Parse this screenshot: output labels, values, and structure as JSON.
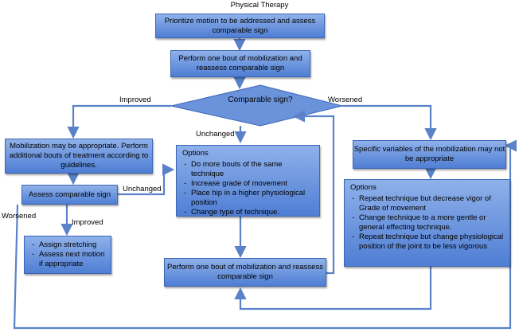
{
  "title": "Physical Therapy",
  "nodes": {
    "prioritize": "Prioritize motion to be addressed and assess comparable sign",
    "perform_top": "Perform one bout of mobilization and reassess comparable sign",
    "decision": "Comparable sign?",
    "mobilization_appropriate": "Mobilization may be appropriate. Perform additional bouts of treatment according to guidelines.",
    "assess": "Assess comparable sign",
    "improved_options": [
      "Assign stretching",
      "Assess next motion if appropriate"
    ],
    "unchanged_options": {
      "heading": "Options",
      "items": [
        "Do more bouts of the same technique",
        "Increase grade of movement",
        "Place hip in a higher physiological position",
        "Change type of technique."
      ]
    },
    "perform_bottom": "Perform one bout of mobilization and reassess comparable sign",
    "specific_variables": "Specific variables of the mobilization may not be appropriate",
    "worsened_options": {
      "heading": "Options",
      "items": [
        "Repeat technique but decrease vigor of Grade of movement",
        "Change technique to a more gentle or general effecting technique.",
        "Repeat technique but change physiological position of the joint to be less vigorous"
      ]
    }
  },
  "edge_labels": {
    "improved_left": "Improved",
    "worsened_right": "Worsened",
    "unchanged_center": "Unchanged",
    "unchanged_assess": "Unchanged",
    "improved_assess": "Improved",
    "worsened_assess": "Worsened"
  },
  "colors": {
    "node_top": "#8fb1ea",
    "node_bottom": "#4f7ed4",
    "connector": "#5b82c9"
  }
}
